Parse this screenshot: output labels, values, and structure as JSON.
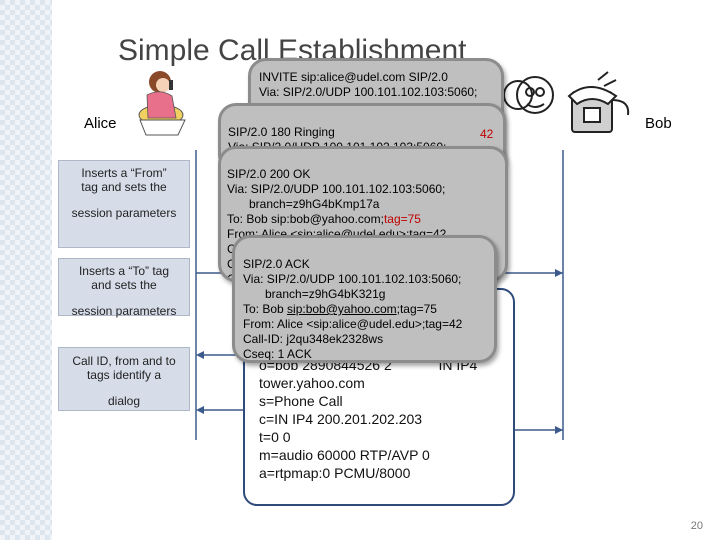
{
  "title": "Simple Call Establishment",
  "actors": {
    "left": "Alice",
    "right": "Bob"
  },
  "notes": {
    "from_tag": [
      "Inserts a “From”",
      "tag and sets the",
      "session parameters"
    ],
    "to_tag": [
      "Inserts a “To” tag",
      "and sets the",
      "session parameters"
    ],
    "dialog": [
      "Call ID, from and to",
      "tags identify a",
      "dialog"
    ]
  },
  "invite": [
    "INVITE sip:alice@udel.com SIP/2.0",
    "Via: SIP/2.0/UDP 100.101.102.103:5060;"
  ],
  "ringing": [
    "SIP/2.0 180 Ringing",
    "Via: SIP/2.0/UDP 100.101.102.103:5060;"
  ],
  "ringing_tag_fragment": "42",
  "ok": {
    "l1": "SIP/2.0 200 OK",
    "l2": "Via: SIP/2.0/UDP 100.101.102.103:5060;",
    "l3": "branch=z9hG4bKmp17a",
    "l4_prefix": "To: Bob sip:bob@yahoo.com;",
    "l4_tag": "tag=75",
    "l5": "From: Alice <sip:alice@udel.edu>;tag=42",
    "l6": "Ca",
    "l7": "C",
    "l8": "C"
  },
  "ack": {
    "l1": "SIP/2.0 ACK",
    "l2": "Via: SIP/2.0/UDP 100.101.102.103:5060;",
    "l3": "branch=z9hG4bK321g",
    "l4_prefix": "To: Bob ",
    "l4_link": "sip:bob@yahoo.com",
    "l4_suffix": ";tag=75",
    "l5": "From: Alice <sip:alice@udel.edu>;tag=42",
    "l6": "Call-ID: j2qu348ek2328ws",
    "l7": "Cseq: 1 ACK"
  },
  "sdp": {
    "o_fragment": "o=bob 2890844526 2",
    "o_tail": "IN IP4",
    "lines": [
      "tower.yahoo.com",
      "s=Phone Call",
      "c=IN IP4 200.201.202.203",
      "t=0 0",
      "m=audio 60000 RTP/AVP 0",
      "a=rtpmap:0 PCMU/8000"
    ]
  },
  "page_number": "20",
  "colors": {
    "accent_line": "#3d5a8c",
    "callout_fill": "#bfbfbf",
    "tag_red": "#c00000",
    "sdp_border": "#2f4b7c"
  },
  "icons": [
    "alice-person-icon",
    "bob-person-icon",
    "telephone-icon"
  ]
}
